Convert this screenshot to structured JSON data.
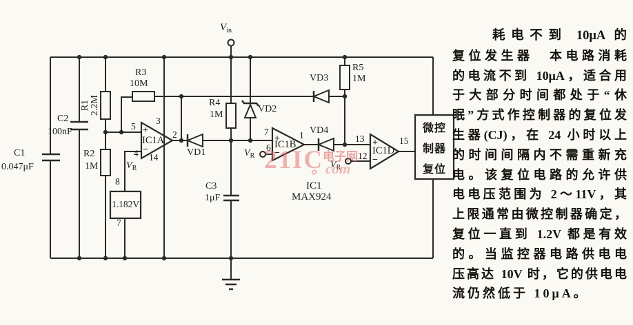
{
  "labels": {
    "vin": {
      "v": "V",
      "sub": "in"
    },
    "vr": {
      "v": "V",
      "sub": "R"
    },
    "c1": {
      "name": "C1",
      "value": "0.047μF"
    },
    "c2": {
      "name": "C2",
      "value": "100nF"
    },
    "c3": {
      "name": "C3",
      "value": "1μF"
    },
    "r1": {
      "name": "R1",
      "value": "2.2M"
    },
    "r2": {
      "name": "R2",
      "value": "1M"
    },
    "r3": {
      "name": "R3",
      "value": "10M"
    },
    "r4": {
      "name": "R4",
      "value": "1M"
    },
    "r5": {
      "name": "R5",
      "value": "1M"
    },
    "vd1": "VD1",
    "vd2": "VD2",
    "vd3": "VD3",
    "vd4": "VD4",
    "ref_voltage": "1.182V",
    "ic1a": "IC1A",
    "ic1b": "IC1B",
    "ic1d": "IC1D",
    "ic_name": "IC1",
    "ic_part": "MAX924",
    "plus": "+",
    "minus": "−"
  },
  "pins": {
    "p5": "5",
    "p4": "4",
    "p3": "3",
    "p14": "14",
    "p2": "2",
    "p8": "8",
    "p7ref": "7",
    "p7": "7",
    "p6": "6",
    "p1": "1",
    "p13": "13",
    "p12": "12",
    "p15": "15"
  },
  "mcu_box": {
    "line1": "微控",
    "line2": "制器",
    "line3": "复位"
  },
  "watermark": {
    "big": "21IC",
    "cn": "电子网",
    "com": "。com"
  },
  "article": {
    "lines": [
      {
        "bold": "耗电不到 10μA 的",
        "rest": ""
      },
      {
        "bold": "复位发生器",
        "rest": "　本电路消耗"
      },
      {
        "bold": "",
        "rest": "的电流不到 10μA，适合用"
      },
      {
        "bold": "",
        "rest": "于大部分时间都处于“休"
      },
      {
        "bold": "",
        "rest": "眠”方式作控制器的复位发"
      },
      {
        "bold": "",
        "rest": "生器(CJ)，在 24 小时以上"
      },
      {
        "bold": "",
        "rest": "的时间间隔内不需重新充"
      },
      {
        "bold": "",
        "rest": "电。该复位电路的允许供"
      },
      {
        "bold": "",
        "rest": "电电压范围为 2～11V，其"
      },
      {
        "bold": "",
        "rest": "上限通常由微控制器确定，"
      },
      {
        "bold": "",
        "rest": "复位一直到 1.2V 都是有效"
      },
      {
        "bold": "",
        "rest": "的。当监控器电路供电电"
      },
      {
        "bold": "",
        "rest": "压高达 10V 时，它的供电电"
      },
      {
        "bold": "",
        "rest": "流仍然低于 10μA。"
      }
    ]
  }
}
